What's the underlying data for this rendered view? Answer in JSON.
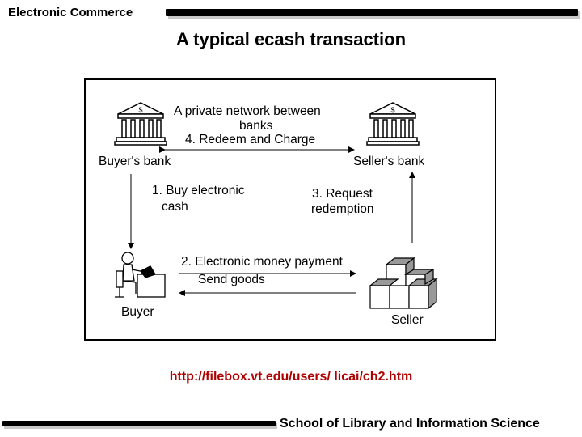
{
  "header": {
    "title": "Electronic Commerce"
  },
  "slide": {
    "title": "A typical ecash transaction"
  },
  "diagram": {
    "buyers_bank": "Buyer's bank",
    "sellers_bank": "Seller's bank",
    "buyer": "Buyer",
    "seller": "Seller",
    "private_network_line1": "A private network between",
    "private_network_line2": "banks",
    "step1_line1": "1. Buy electronic",
    "step1_line2": "cash",
    "step2_line1": "2. Electronic money payment",
    "step2_line2": "Send goods",
    "step3_line1": "3. Request",
    "step3_line2": "redemption",
    "step4": "4. Redeem and Charge",
    "bank_icon_symbol": "$"
  },
  "source_url": "http://filebox.vt.edu/users/ licai/ch2.htm",
  "footer": {
    "text": "School of Library and Information Science"
  }
}
